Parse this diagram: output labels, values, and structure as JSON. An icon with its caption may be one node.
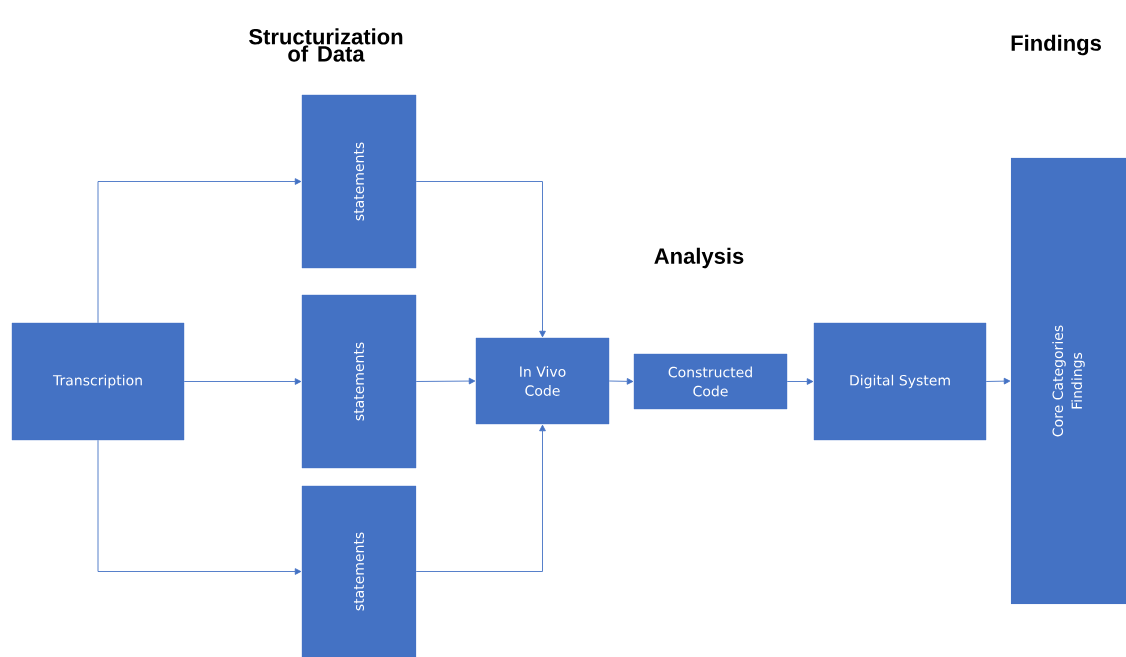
{
  "diagram": {
    "nodes": [
      {
        "text": [
          "Transcription"
        ]
      },
      {
        "text": [
          "statements"
        ]
      },
      {
        "text": [
          "statements"
        ]
      },
      {
        "text": [
          "statements"
        ]
      },
      {
        "text": [
          "In Vivo Code"
        ]
      },
      {
        "text": [
          "Constructed Code"
        ]
      },
      {
        "text": [
          "Digital System"
        ]
      },
      {
        "text": [
          "Core Categories Findings"
        ]
      }
    ],
    "edges": [
      {
        "from": 0,
        "to": 1,
        "arrow": "to"
      },
      {
        "from": 0,
        "to": 2,
        "arrow": "to"
      },
      {
        "from": 0,
        "to": 3,
        "arrow": "to"
      },
      {
        "from": 1,
        "to": 4,
        "arrow": "to"
      },
      {
        "from": 2,
        "to": 4,
        "arrow": "to"
      },
      {
        "from": 3,
        "to": 4,
        "arrow": "to"
      },
      {
        "from": 4,
        "to": 5,
        "arrow": "to"
      },
      {
        "from": 5,
        "to": 6,
        "arrow": "to"
      },
      {
        "from": 6,
        "to": 7,
        "arrow": "to"
      }
    ],
    "labels": [
      "Structurization of Data",
      "Analysis",
      "Findings"
    ]
  }
}
